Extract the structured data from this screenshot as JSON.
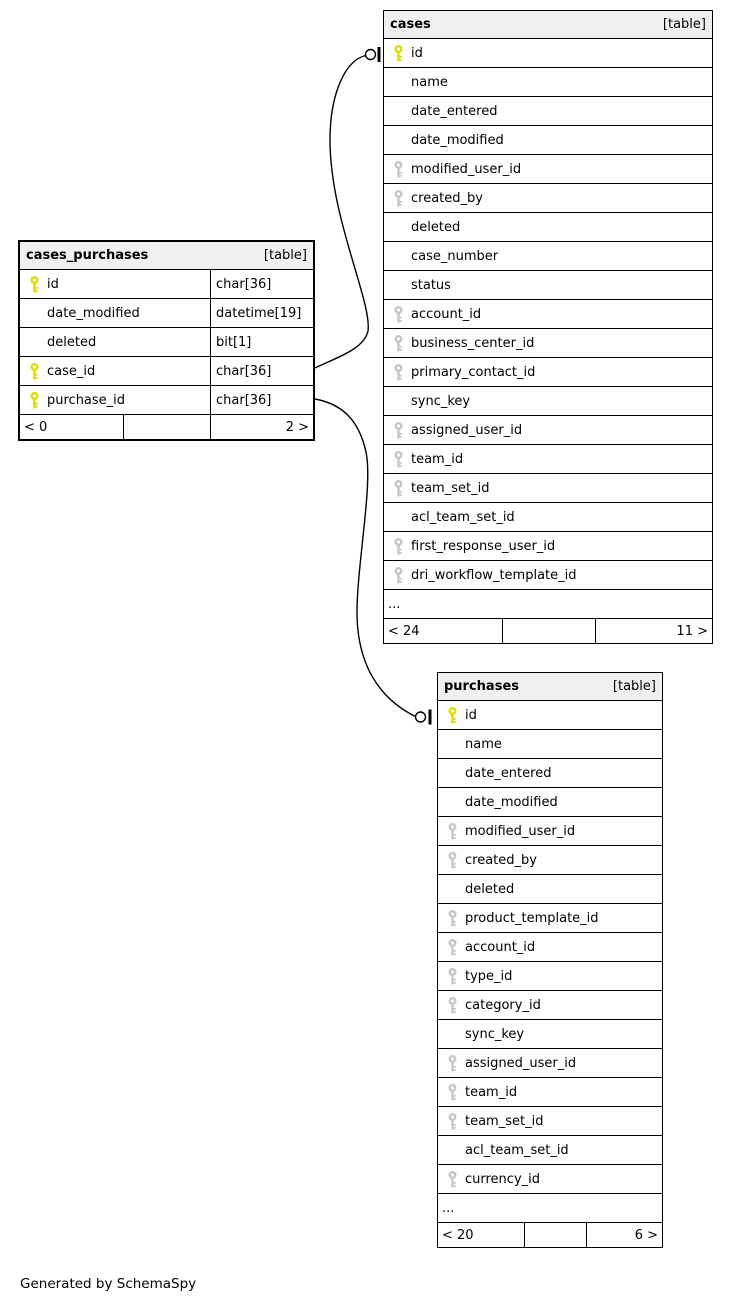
{
  "page": {
    "generated_note": "Generated by SchemaSpy"
  },
  "colors": {
    "header_bg": "#f0f0f0",
    "table_bg": "#ffffff",
    "border": "#000000",
    "pk_key_color": "#dcdc00",
    "fk_key_color": "#c6c6c6",
    "relation_line": "#000000"
  },
  "icons": {
    "pk": "yellow-key-icon",
    "fk": "gray-key-icon",
    "cardinality_marker": "zero-or-one-circle-bar"
  },
  "tables": {
    "cases_purchases": {
      "name": "cases_purchases",
      "tag": "[table]",
      "columns": [
        {
          "key": "pk",
          "name": "id",
          "type": "char[36]"
        },
        {
          "key": "none",
          "name": "date_modified",
          "type": "datetime[19]"
        },
        {
          "key": "none",
          "name": "deleted",
          "type": "bit[1]"
        },
        {
          "key": "pk",
          "name": "case_id",
          "type": "char[36]"
        },
        {
          "key": "pk",
          "name": "purchase_id",
          "type": "char[36]"
        }
      ],
      "footer": {
        "left": "< 0",
        "right": "2 >"
      }
    },
    "cases": {
      "name": "cases",
      "tag": "[table]",
      "columns": [
        {
          "key": "pk",
          "name": "id"
        },
        {
          "key": "none",
          "name": "name"
        },
        {
          "key": "none",
          "name": "date_entered"
        },
        {
          "key": "none",
          "name": "date_modified"
        },
        {
          "key": "fk",
          "name": "modified_user_id"
        },
        {
          "key": "fk",
          "name": "created_by"
        },
        {
          "key": "none",
          "name": "deleted"
        },
        {
          "key": "none",
          "name": "case_number"
        },
        {
          "key": "none",
          "name": "status"
        },
        {
          "key": "fk",
          "name": "account_id"
        },
        {
          "key": "fk",
          "name": "business_center_id"
        },
        {
          "key": "fk",
          "name": "primary_contact_id"
        },
        {
          "key": "none",
          "name": "sync_key"
        },
        {
          "key": "fk",
          "name": "assigned_user_id"
        },
        {
          "key": "fk",
          "name": "team_id"
        },
        {
          "key": "fk",
          "name": "team_set_id"
        },
        {
          "key": "none",
          "name": "acl_team_set_id"
        },
        {
          "key": "fk",
          "name": "first_response_user_id"
        },
        {
          "key": "fk",
          "name": "dri_workflow_template_id"
        },
        {
          "key": "none",
          "name": "...",
          "ellipsis": true
        }
      ],
      "footer": {
        "left": "< 24",
        "right": "11 >"
      }
    },
    "purchases": {
      "name": "purchases",
      "tag": "[table]",
      "columns": [
        {
          "key": "pk",
          "name": "id"
        },
        {
          "key": "none",
          "name": "name"
        },
        {
          "key": "none",
          "name": "date_entered"
        },
        {
          "key": "none",
          "name": "date_modified"
        },
        {
          "key": "fk",
          "name": "modified_user_id"
        },
        {
          "key": "fk",
          "name": "created_by"
        },
        {
          "key": "none",
          "name": "deleted"
        },
        {
          "key": "fk",
          "name": "product_template_id"
        },
        {
          "key": "fk",
          "name": "account_id"
        },
        {
          "key": "fk",
          "name": "type_id"
        },
        {
          "key": "fk",
          "name": "category_id"
        },
        {
          "key": "none",
          "name": "sync_key"
        },
        {
          "key": "fk",
          "name": "assigned_user_id"
        },
        {
          "key": "fk",
          "name": "team_id"
        },
        {
          "key": "fk",
          "name": "team_set_id"
        },
        {
          "key": "none",
          "name": "acl_team_set_id"
        },
        {
          "key": "fk",
          "name": "currency_id"
        },
        {
          "key": "none",
          "name": "...",
          "ellipsis": true
        }
      ],
      "footer": {
        "left": "< 20",
        "right": "6 >"
      }
    }
  },
  "relationships": [
    {
      "from": "cases_purchases.case_id",
      "to": "cases.id",
      "marker": "zero-or-one"
    },
    {
      "from": "cases_purchases.purchase_id",
      "to": "purchases.id",
      "marker": "zero-or-one"
    }
  ]
}
